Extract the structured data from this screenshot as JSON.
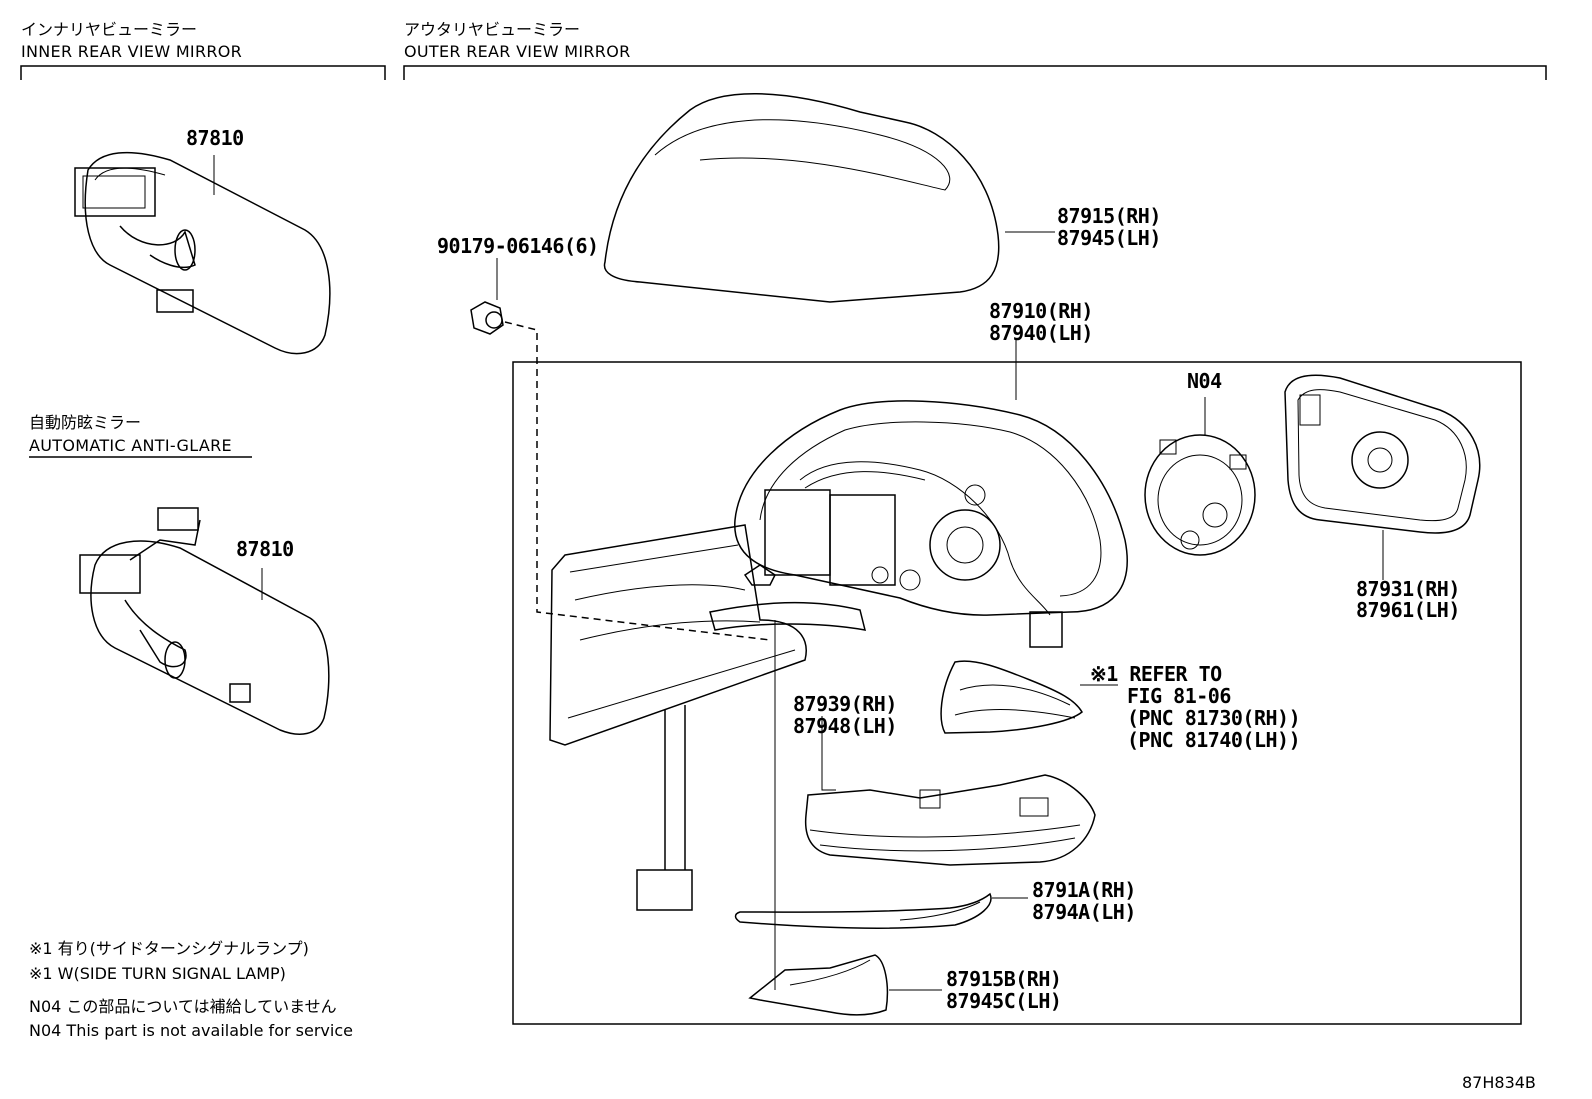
{
  "sections": {
    "inner": {
      "jp": "インナリヤビューミラー",
      "en": "INNER REAR VIEW MIRROR"
    },
    "outer": {
      "jp": "アウタリヤビューミラー",
      "en": "OUTER REAR VIEW MIRROR"
    },
    "auto": {
      "jp": "自動防眩ミラー",
      "en": "AUTOMATIC ANTI-GLARE"
    }
  },
  "parts": {
    "inner_mirror": "87810",
    "inner_mirror_auto": "87810",
    "bolt": "90179-06146(6)",
    "cover_rh": "87915(RH)",
    "cover_lh": "87945(LH)",
    "assy_rh": "87910(RH)",
    "assy_lh": "87940(LH)",
    "n04": "N04",
    "housing_rh": "87931(RH)",
    "housing_lh": "87961(LH)",
    "lamp_ref1": "※1 REFER TO",
    "lamp_ref2": "FIG 81-06",
    "lamp_ref3": "(PNC 81730(RH))",
    "lamp_ref4": "(PNC 81740(LH))",
    "glass_rh": "87939(RH)",
    "glass_lh": "87948(LH)",
    "strip_rh": "8791A(RH)",
    "strip_lh": "8794A(LH)",
    "lower_rh": "87915B(RH)",
    "lower_lh": "87945C(LH)"
  },
  "notes": {
    "n1_jp": "※1 有り(サイドターンシグナルランプ)",
    "n1_en": "※1 W(SIDE TURN SIGNAL LAMP)",
    "n2_jp": "N04 この部品については補給していません",
    "n2_en": "N04 This part is not available for service"
  },
  "figure_code": "87H834B"
}
